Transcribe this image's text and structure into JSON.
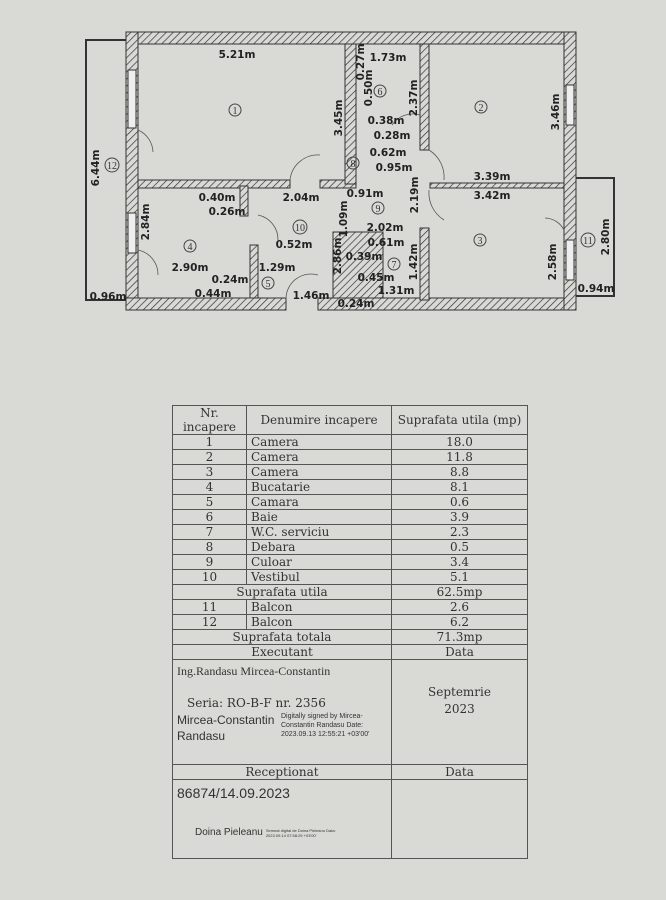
{
  "plan": {
    "room_numbers": [
      "1",
      "2",
      "3",
      "4",
      "5",
      "6",
      "7",
      "8",
      "9",
      "10",
      "11",
      "12"
    ],
    "dims": [
      "5.21m",
      "1.73m",
      "0.27m",
      "0.50m",
      "2.37m",
      "3.46m",
      "3.45m",
      "0.38m",
      "0.28m",
      "0.62m",
      "0.95m",
      "6.44m",
      "3.39m",
      "3.42m",
      "2.19m",
      "0.40m",
      "2.04m",
      "0.91m",
      "0.26m",
      "1.09m",
      "2.84m",
      "2.02m",
      "2.86m",
      "0.61m",
      "0.52m",
      "2.80m",
      "2.58m",
      "0.39m",
      "2.90m",
      "1.29m",
      "1.42m",
      "0.24m",
      "0.45m",
      "1.31m",
      "0.96m",
      "0.44m",
      "1.46m",
      "0.24m",
      "0.94m"
    ]
  },
  "table": {
    "headers": [
      "Nr. incapere",
      "Denumire incapere",
      "Suprafata utila (mp)"
    ],
    "rooms": [
      {
        "nr": "1",
        "name": "Camera",
        "area": "18.0"
      },
      {
        "nr": "2",
        "name": "Camera",
        "area": "11.8"
      },
      {
        "nr": "3",
        "name": "Camera",
        "area": "8.8"
      },
      {
        "nr": "4",
        "name": "Bucatarie",
        "area": "8.1"
      },
      {
        "nr": "5",
        "name": "Camara",
        "area": "0.6"
      },
      {
        "nr": "6",
        "name": "Baie",
        "area": "3.9"
      },
      {
        "nr": "7",
        "name": "W.C. serviciu",
        "area": "2.3"
      },
      {
        "nr": "8",
        "name": "Debara",
        "area": "0.5"
      },
      {
        "nr": "9",
        "name": "Culoar",
        "area": "3.4"
      },
      {
        "nr": "10",
        "name": "Vestibul",
        "area": "5.1"
      }
    ],
    "useful_label": "Suprafata utila",
    "useful_value": "62.5mp",
    "balconies": [
      {
        "nr": "11",
        "name": "Balcon",
        "area": "2.6"
      },
      {
        "nr": "12",
        "name": "Balcon",
        "area": "6.2"
      }
    ],
    "total_label": "Suprafata totala",
    "total_value": "71.3mp",
    "executant_label": "Executant",
    "data_label": "Data",
    "engineer": "Ing.Randasu Mircea-Constantin",
    "series": "Seria: RO-B-F nr. 2356",
    "signer_name": "Mircea-Constantin Randasu",
    "signature_note": "Digitally signed by Mircea-Constantin Randasu Date: 2023.09.13 12:55:21 +03'00'",
    "date_month": "Septemrie",
    "date_year": "2023",
    "receptionat_label": "Receptionat",
    "data_label2": "Data",
    "receipt_number": "86874/14.09.2023",
    "receiver_name": "Doina Pieleanu",
    "receiver_note": "Semnat digital de Doina Pieleanu Data: 2023.09.14 07:58:29 +03'00'"
  }
}
